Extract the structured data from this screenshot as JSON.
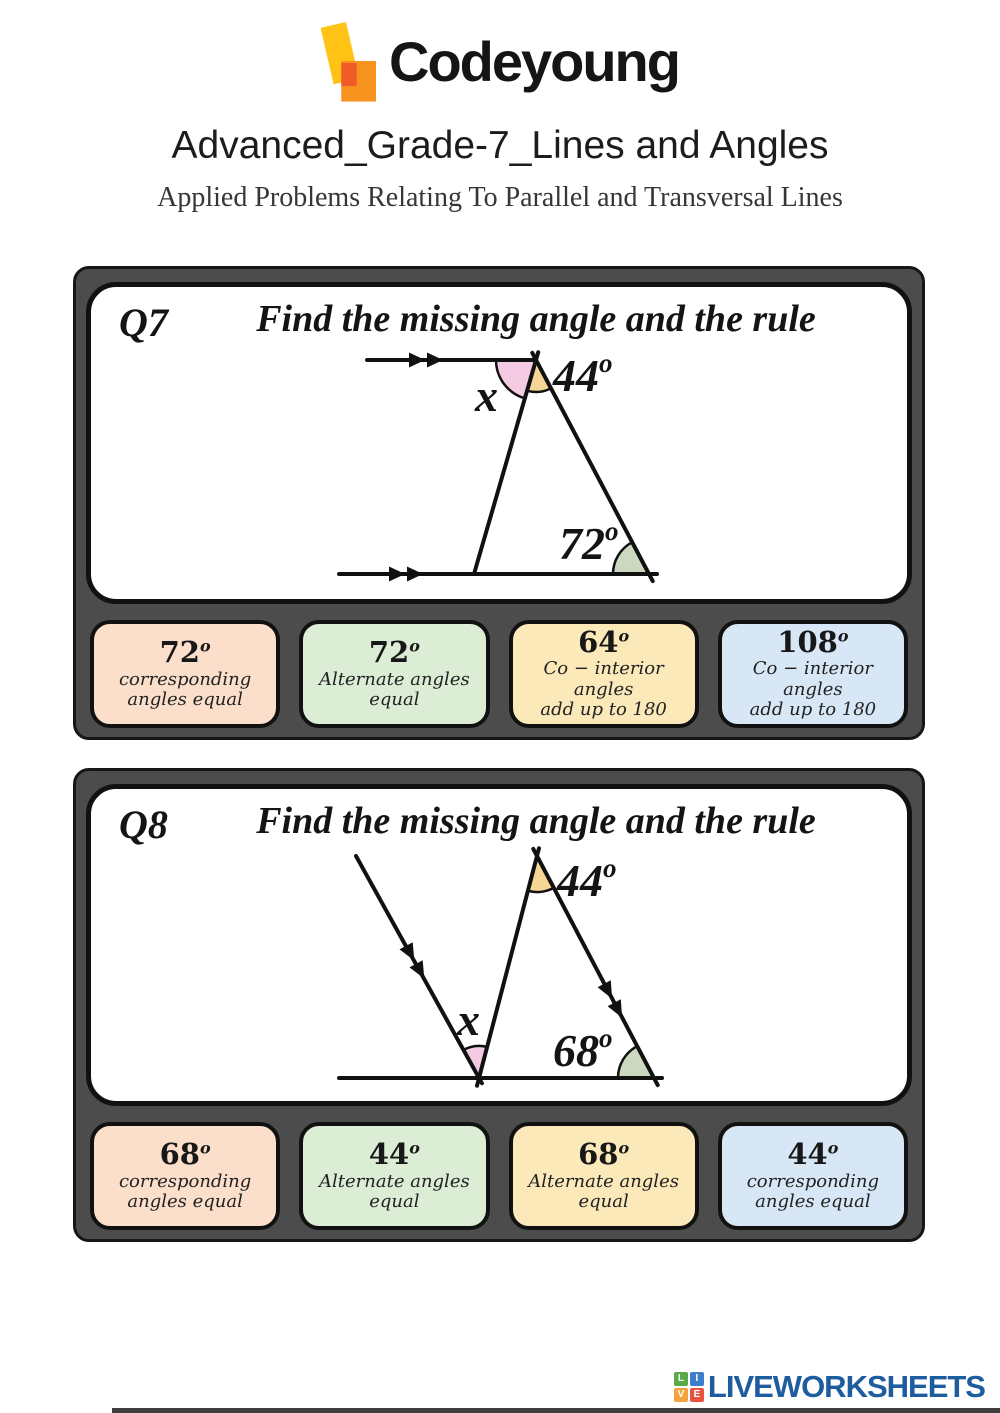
{
  "brand": {
    "name": "Codeyoung"
  },
  "header": {
    "title": "Advanced_Grade-7_Lines and Angles",
    "subtitle": "Applied Problems Relating To Parallel and Transversal Lines"
  },
  "ui": {
    "degree_symbol": "o"
  },
  "questions": [
    {
      "number": "Q7",
      "prompt": "Find the missing angle and the rule",
      "diagram": {
        "unknown_label": "x",
        "apex_angle_value": "44",
        "base_angle_value": "72"
      },
      "options": [
        {
          "value": "72",
          "rule_lines": [
            "corresponding",
            "angles equal"
          ]
        },
        {
          "value": "72",
          "rule_lines": [
            "Alternate angles",
            "equal"
          ]
        },
        {
          "value": "64",
          "rule_lines": [
            "Co − interior",
            "angles",
            "add up to 180"
          ]
        },
        {
          "value": "108",
          "rule_lines": [
            "Co − interior",
            "angles",
            "add up to 180"
          ]
        }
      ]
    },
    {
      "number": "Q8",
      "prompt": "Find the missing angle and the rule",
      "diagram": {
        "unknown_label": "x",
        "apex_angle_value": "44",
        "base_angle_value": "68"
      },
      "options": [
        {
          "value": "68",
          "rule_lines": [
            "corresponding",
            "angles equal"
          ]
        },
        {
          "value": "44",
          "rule_lines": [
            "Alternate angles",
            "equal"
          ]
        },
        {
          "value": "68",
          "rule_lines": [
            "Alternate angles",
            "equal"
          ]
        },
        {
          "value": "44",
          "rule_lines": [
            "corresponding",
            "angles equal"
          ]
        }
      ]
    }
  ],
  "footer": {
    "logo_text": "LIVEWORKSHEETS",
    "logo_grid": [
      {
        "letter": "L",
        "color": "#5aa947"
      },
      {
        "letter": "I",
        "color": "#3e7dc9"
      },
      {
        "letter": "V",
        "color": "#f2a33b"
      },
      {
        "letter": "E",
        "color": "#e8533f"
      }
    ]
  },
  "colors": {
    "panel_background": "#4c4c4c",
    "option_peach": "#fbdfca",
    "option_green": "#dcedd6",
    "option_yellow": "#fbe9b9",
    "option_blue": "#d7e7f6",
    "wedge_pink": "#f4cbe3",
    "wedge_yellow": "#f5d694",
    "wedge_green": "#ccd9c0",
    "liveworksheets_blue": "#1c5c9f",
    "codeyoung_yellow": "#ffc316",
    "codeyoung_orange": "#f6921e",
    "codeyoung_deep_orange": "#f15b2a"
  }
}
